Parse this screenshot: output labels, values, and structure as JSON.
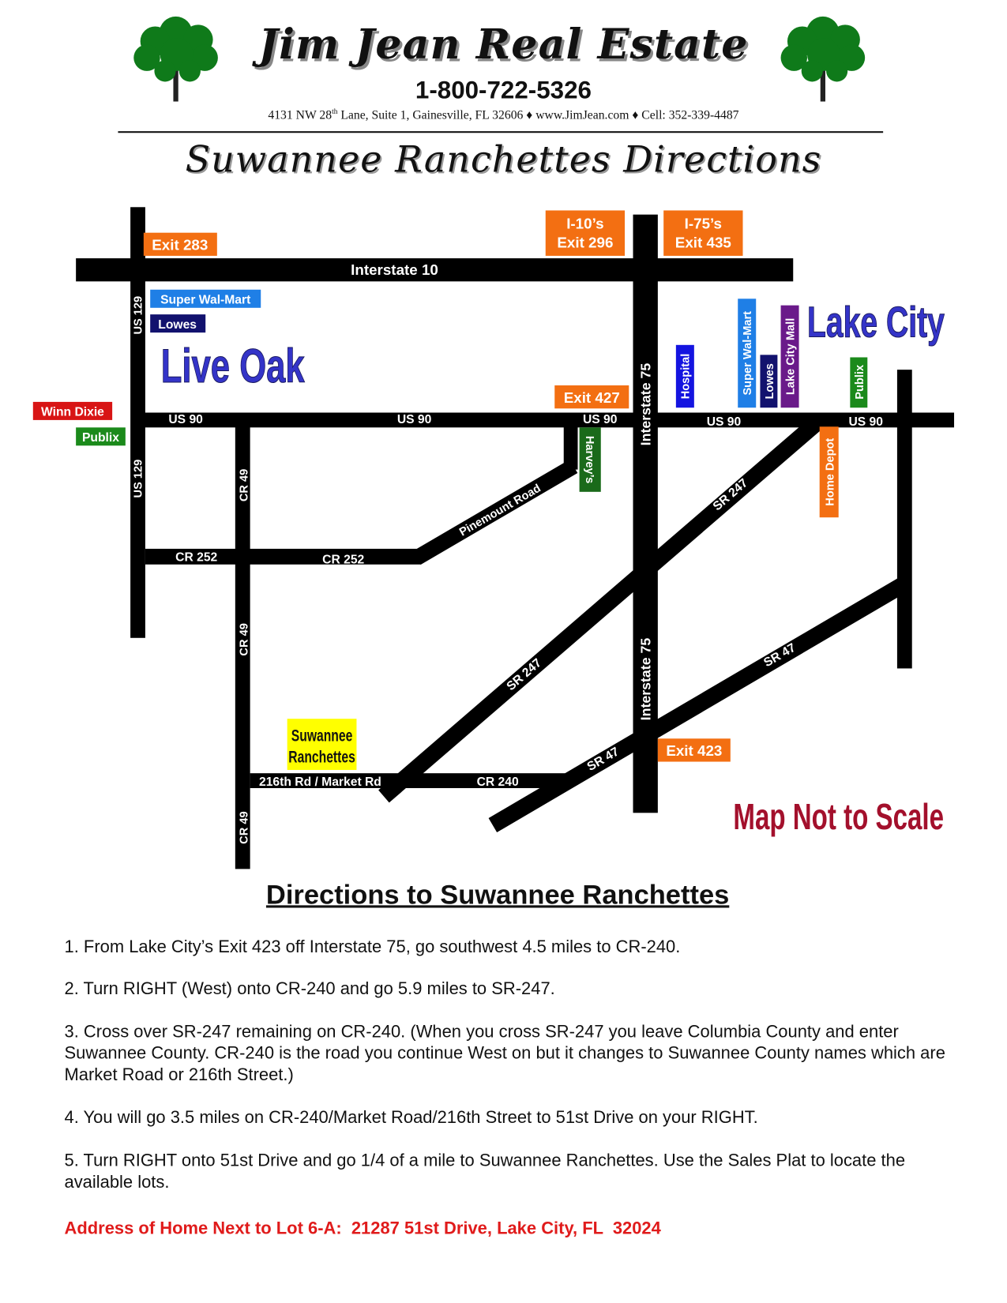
{
  "header": {
    "brand": "Jim Jean Real Estate",
    "phone": "1-800-722-5326",
    "address_pre": "4131 NW 28",
    "address_sup": "th",
    "address_post": " Lane, Suite 1, Gainesville, FL  32606  ♦  www.JimJean.com ♦  Cell: 352-339-4487",
    "title": "Suwannee Ranchettes Directions"
  },
  "map": {
    "roads": {
      "interstate_10": "Interstate 10",
      "interstate_75": "Interstate 75",
      "us_129": "US 129",
      "us_90": "US 90",
      "cr_49": "CR 49",
      "cr_252": "CR 252",
      "pinemount": "Pinemount Road",
      "sr_247": "SR 247",
      "sr_47": "SR 47",
      "market_rd": "216th Rd / Market Rd",
      "cr_240": "CR 240"
    },
    "exits": {
      "exit_283": "Exit 283",
      "i10_line1": "I-10’s",
      "i10_line2": "Exit 296",
      "i75_line1": "I-75’s",
      "i75_line2": "Exit 435",
      "exit_427": "Exit 427",
      "exit_423": "Exit 423"
    },
    "places": {
      "live_oak": "Live Oak",
      "lake_city": "Lake City",
      "super_walmart": "Super Wal-Mart",
      "lowes": "Lowes",
      "winn_dixie": "Winn Dixie",
      "publix": "Publix",
      "harveys": "Harvey’s",
      "hospital": "Hospital",
      "lake_city_mall": "Lake City Mall",
      "home_depot": "Home Depot",
      "ranchettes_line1": "Suwannee",
      "ranchettes_line2": "Ranchettes"
    },
    "note": "Map Not to Scale",
    "colors": {
      "exit": "#f36f12",
      "walmart": "#1f7fe6",
      "lowes": "#12126e",
      "winn_dixie": "#d81515",
      "publix": "#1b8a1b",
      "harveys": "#1a6a1a",
      "hospital": "#1414e0",
      "mall": "#6a1a8a",
      "ranchettes": "#ffff00",
      "city": "#3434c8",
      "note": "#a3102c"
    }
  },
  "directions": {
    "heading": "Directions to Suwannee Ranchettes",
    "steps": [
      "1. From Lake City’s Exit 423 off Interstate 75, go southwest 4.5 miles to CR-240.",
      "2. Turn RIGHT (West) onto CR-240 and go 5.9 miles to SR-247.",
      "3. Cross over SR-247 remaining on CR-240. (When you cross SR-247 you leave Columbia County and enter Suwannee County.  CR-240 is the road you continue West on but it changes to Suwannee County names which are Market Road or 216th Street.)",
      "4.  You will go 3.5 miles on CR-240/Market Road/216th Street to 51st Drive on your RIGHT.",
      "5.  Turn RIGHT onto 51st Drive and go 1/4 of a mile to Suwannee Ranchettes.  Use the Sales Plat to locate the available lots."
    ],
    "address": "Address of Home Next to Lot 6-A:  21287 51st Drive, Lake City, FL  32024"
  }
}
